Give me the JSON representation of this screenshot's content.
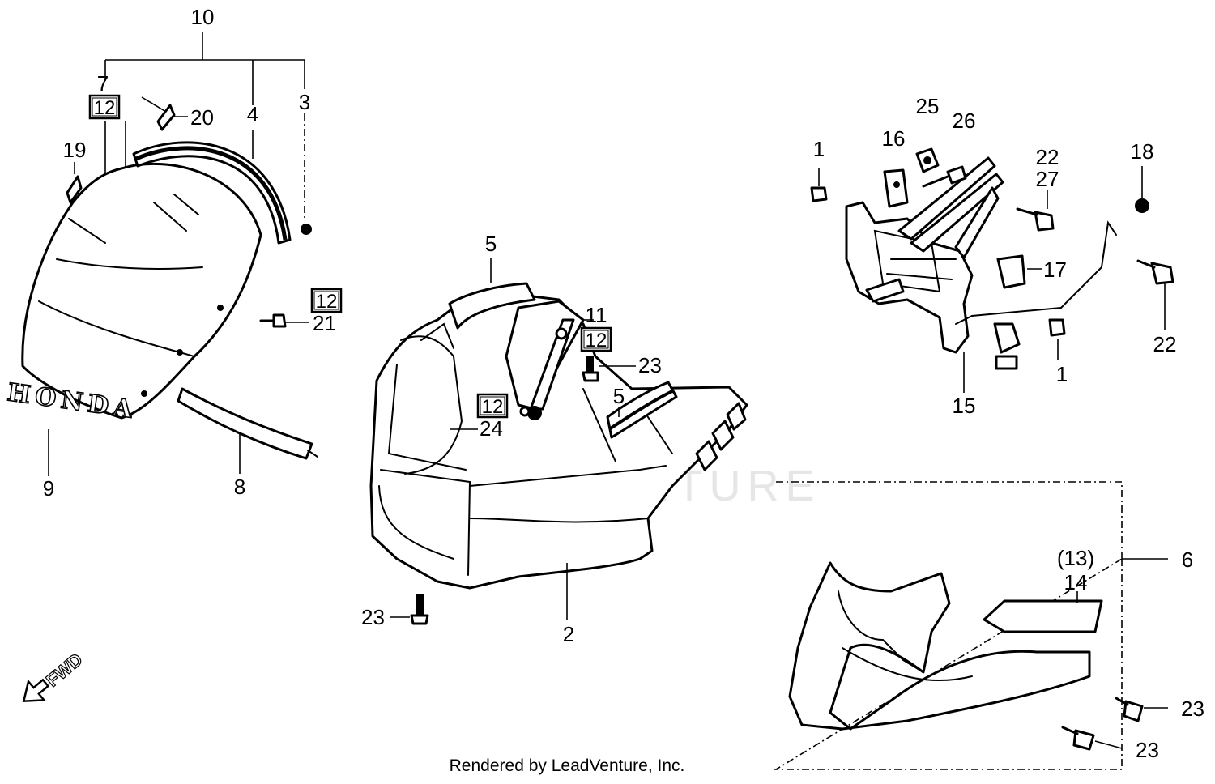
{
  "labels": {
    "l10": "10",
    "l7": "7",
    "l4": "4",
    "l3": "3",
    "l20": "20",
    "l19": "19",
    "l21": "21",
    "l9": "9",
    "l8": "8",
    "l5a": "5",
    "l5b": "5",
    "l11": "11",
    "l23a": "23",
    "l24": "24",
    "l2": "2",
    "l23b": "23",
    "l1a": "1",
    "l16": "16",
    "l25": "25",
    "l26": "26",
    "l22a": "22",
    "l27": "27",
    "l18": "18",
    "l17": "17",
    "l22b": "22",
    "l1b": "1",
    "l15": "15",
    "l13": "(13)",
    "l14": "14",
    "l6": "6",
    "l23c": "23",
    "l23d": "23"
  },
  "boxed": {
    "b12a": "12",
    "b12b": "12",
    "b12c": "12",
    "b12d": "12"
  },
  "decal_text": "HONDA",
  "fwd_text": "FWD",
  "watermark": "LEADVENTURE",
  "footer": "Rendered by LeadVenture, Inc."
}
